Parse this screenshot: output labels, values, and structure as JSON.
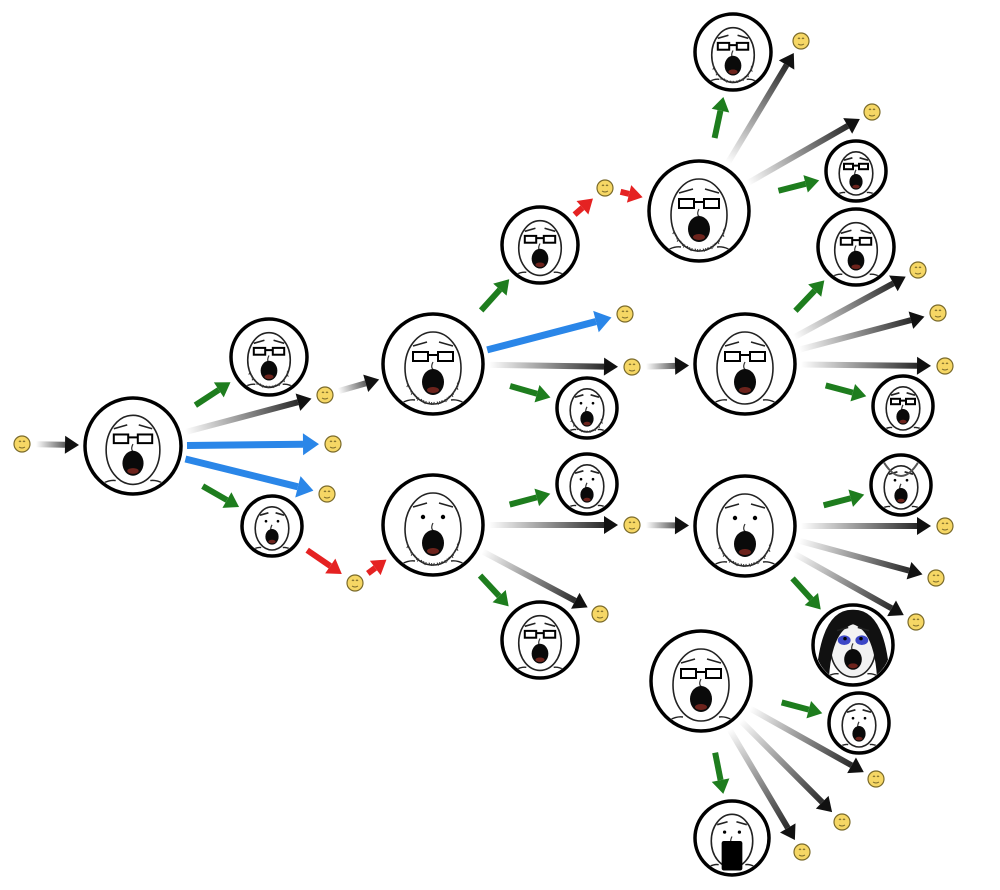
{
  "colors": {
    "green": "#1e7d1e",
    "red": "#e52222",
    "blue": "#2a86e8",
    "black": "#111111",
    "token_fill": "#f6d765",
    "token_stroke": "#7a6a2a",
    "face_skin": "#ffffff",
    "mouth": "#0a0a0a",
    "blue_face": "#3c47c7"
  },
  "nodes": [
    {
      "id": "root",
      "face": "soyjak-open-mouth-glasses",
      "interactable": false
    },
    {
      "id": "n1",
      "face": "soyjak-glasses-beard"
    },
    {
      "id": "n2",
      "face": "soyjak-hands-up"
    },
    {
      "id": "hub-upper",
      "face": "soyjak-glasses-beard"
    },
    {
      "id": "hub-lower",
      "face": "soyjak-bearded-screaming"
    },
    {
      "id": "u1",
      "face": "soyjak-small-glasses"
    },
    {
      "id": "u2",
      "face": "soyjak-chin-strap"
    },
    {
      "id": "top-big",
      "face": "soyjak-bald-bearded-glasses"
    },
    {
      "id": "top-top",
      "face": "soyjak-bearded-glasses"
    },
    {
      "id": "top-r1",
      "face": "soyjak-glasses"
    },
    {
      "id": "top-r2",
      "face": "soyjak-glasses-wide"
    },
    {
      "id": "mid-upper",
      "face": "soyjak-glasses-open-mouth"
    },
    {
      "id": "mid-upper-r",
      "face": "soyjak-glasses-scream"
    },
    {
      "id": "l1",
      "face": "soyjak-smug"
    },
    {
      "id": "l2",
      "face": "soyjak-bald-glasses"
    },
    {
      "id": "mid-lower",
      "face": "soyjak-bearded-scream"
    },
    {
      "id": "ml-r1",
      "face": "soyjak-hanging"
    },
    {
      "id": "ml-r2",
      "face": "soyjak-blue-face"
    },
    {
      "id": "bot-big",
      "face": "soyjak-bald-glasses-pointing"
    },
    {
      "id": "bot-r1",
      "face": "soyjak-scream"
    },
    {
      "id": "bot-b1",
      "face": "soyjak-phone-scream"
    }
  ],
  "tokens": [
    {
      "id": "start"
    },
    {
      "id": "t-a"
    },
    {
      "id": "t-b"
    },
    {
      "id": "t-c"
    },
    {
      "id": "t-d"
    },
    {
      "id": "t-e"
    },
    {
      "id": "t-f"
    },
    {
      "id": "t-g"
    },
    {
      "id": "t-h"
    },
    {
      "id": "t-i"
    },
    {
      "id": "t-j"
    },
    {
      "id": "t-k"
    },
    {
      "id": "t-l"
    },
    {
      "id": "t-m"
    },
    {
      "id": "t-n"
    },
    {
      "id": "t-o"
    },
    {
      "id": "t-p"
    },
    {
      "id": "t-q"
    },
    {
      "id": "t-r"
    },
    {
      "id": "t-s"
    },
    {
      "id": "t-t"
    },
    {
      "id": "t-u"
    }
  ],
  "edges": [
    {
      "from": "start",
      "to": "root",
      "kind": "black"
    },
    {
      "from": "root",
      "to": "n1",
      "kind": "green"
    },
    {
      "from": "root",
      "to": "t-a",
      "kind": "black"
    },
    {
      "from": "root",
      "to": "t-b",
      "kind": "blue"
    },
    {
      "from": "root",
      "to": "t-c",
      "kind": "blue"
    },
    {
      "from": "root",
      "to": "n2",
      "kind": "green"
    },
    {
      "from": "t-a",
      "to": "hub-upper",
      "kind": "black"
    },
    {
      "from": "n2",
      "to": "t-d",
      "kind": "red"
    },
    {
      "from": "t-d",
      "to": "hub-lower",
      "kind": "red"
    },
    {
      "from": "hub-upper",
      "to": "u1",
      "kind": "green"
    },
    {
      "from": "hub-upper",
      "to": "t-e",
      "kind": "blue"
    },
    {
      "from": "hub-upper",
      "to": "t-f",
      "kind": "black"
    },
    {
      "from": "hub-upper",
      "to": "u2",
      "kind": "green"
    },
    {
      "from": "u1",
      "to": "t-g",
      "kind": "red"
    },
    {
      "from": "t-g",
      "to": "top-big",
      "kind": "red"
    },
    {
      "from": "top-big",
      "to": "top-top",
      "kind": "green"
    },
    {
      "from": "top-big",
      "to": "t-h",
      "kind": "black"
    },
    {
      "from": "top-big",
      "to": "t-i",
      "kind": "black"
    },
    {
      "from": "top-big",
      "to": "top-r1",
      "kind": "green"
    },
    {
      "from": "t-f",
      "to": "mid-upper",
      "kind": "black"
    },
    {
      "from": "mid-upper",
      "to": "top-r2",
      "kind": "green"
    },
    {
      "from": "mid-upper",
      "to": "t-j",
      "kind": "black"
    },
    {
      "from": "mid-upper",
      "to": "t-k",
      "kind": "black"
    },
    {
      "from": "mid-upper",
      "to": "t-l",
      "kind": "black"
    },
    {
      "from": "mid-upper",
      "to": "mid-upper-r",
      "kind": "green"
    },
    {
      "from": "hub-lower",
      "to": "l1",
      "kind": "green"
    },
    {
      "from": "hub-lower",
      "to": "t-m",
      "kind": "black"
    },
    {
      "from": "hub-lower",
      "to": "t-n",
      "kind": "black"
    },
    {
      "from": "hub-lower",
      "to": "l2",
      "kind": "green"
    },
    {
      "from": "t-m",
      "to": "mid-lower",
      "kind": "black"
    },
    {
      "from": "mid-lower",
      "to": "ml-r1",
      "kind": "green"
    },
    {
      "from": "mid-lower",
      "to": "t-o",
      "kind": "black"
    },
    {
      "from": "mid-lower",
      "to": "t-p",
      "kind": "black"
    },
    {
      "from": "mid-lower",
      "to": "t-q",
      "kind": "black"
    },
    {
      "from": "mid-lower",
      "to": "ml-r2",
      "kind": "green"
    },
    {
      "from": "bot-big",
      "to": "bot-r1",
      "kind": "green"
    },
    {
      "from": "bot-big",
      "to": "t-r",
      "kind": "black"
    },
    {
      "from": "bot-big",
      "to": "t-s",
      "kind": "black"
    },
    {
      "from": "bot-big",
      "to": "t-t",
      "kind": "black"
    },
    {
      "from": "bot-big",
      "to": "bot-b1",
      "kind": "green"
    }
  ]
}
